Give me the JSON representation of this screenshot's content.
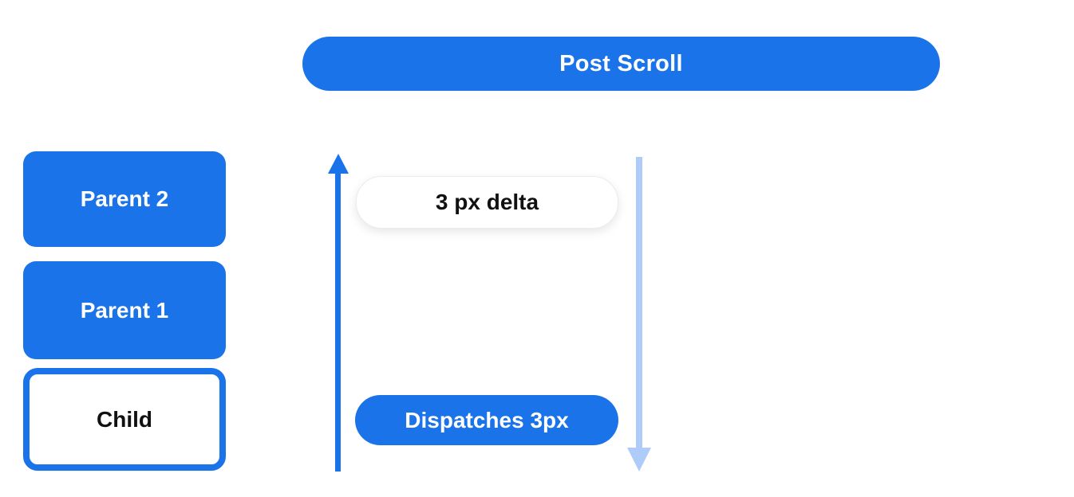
{
  "header": {
    "title": "Post Scroll"
  },
  "stack": {
    "parents": [
      {
        "label": "Parent 2"
      },
      {
        "label": "Parent 1"
      }
    ],
    "child": {
      "label": "Child"
    }
  },
  "flow": {
    "delta_label": "3 px delta",
    "dispatch_label": "Dispatches 3px",
    "up_arrow_direction": "up",
    "down_arrow_direction": "down"
  },
  "colors": {
    "primary_blue": "#1a73e8",
    "light_blue": "#aecbfa",
    "text_dark": "#111111",
    "background": "#ffffff"
  }
}
